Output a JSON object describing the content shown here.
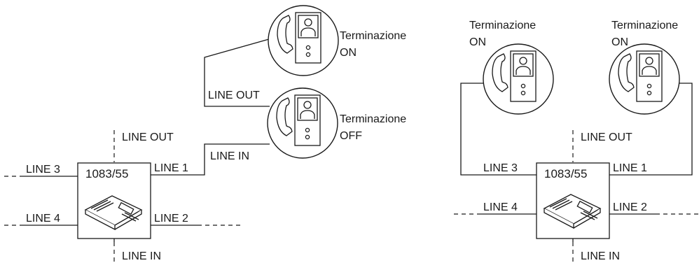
{
  "left_diagram": {
    "device_label": "1083/55",
    "lines": {
      "line1": "LINE 1",
      "line2": "LINE 2",
      "line3": "LINE 3",
      "line4": "LINE 4",
      "line_in": "LINE IN",
      "line_out": "LINE OUT"
    },
    "monitor_link_in": "LINE IN",
    "monitor_link_out": "LINE OUT",
    "monitor_top": {
      "term_word": "Terminazione",
      "state": "ON"
    },
    "monitor_bottom": {
      "term_word": "Terminazione",
      "state": "OFF"
    }
  },
  "right_diagram": {
    "device_label": "1083/55",
    "lines": {
      "line1": "LINE 1",
      "line2": "LINE 2",
      "line3": "LINE 3",
      "line4": "LINE 4",
      "line_in": "LINE IN",
      "line_out": "LINE OUT"
    },
    "monitor_left": {
      "term_word": "Terminazione",
      "state": "ON"
    },
    "monitor_right": {
      "term_word": "Terminazione",
      "state": "ON"
    }
  }
}
